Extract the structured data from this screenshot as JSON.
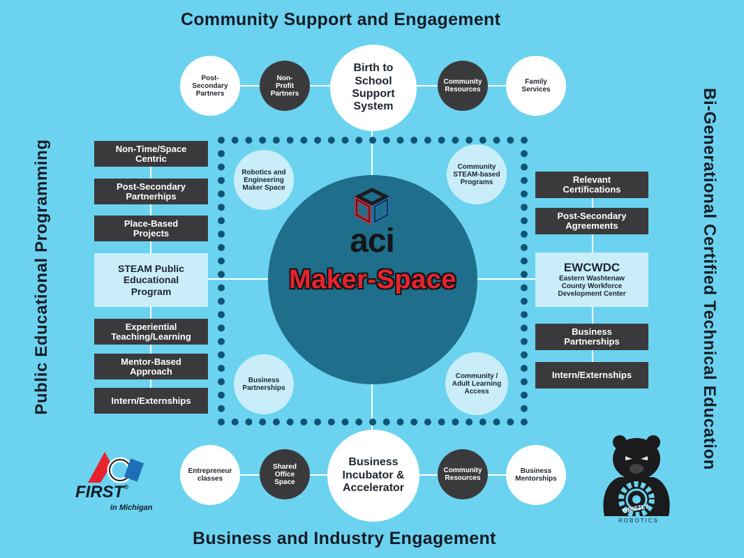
{
  "titles": {
    "top": "Community Support and Engagement",
    "bottom": "Business and Industry Engagement",
    "left": "Public Educational Programming",
    "right": "Bi-Generational Certified Technical Education"
  },
  "center": {
    "logo_text": "aci",
    "name": "Maker-Space"
  },
  "top_row": {
    "post_secondary_partners": "Post-\nSecondary\nPartners",
    "non_profit_partners": "Non-\nProfit\nPartners",
    "birth_to_school": "Birth to\nSchool\nSupport\nSystem",
    "community_resources": "Community\nResources",
    "family_services": "Family\nServices"
  },
  "bottom_row": {
    "entrepreneur_classes": "Entrepreneur\nclasses",
    "shared_office_space": "Shared\nOffice\nSpace",
    "business_incubator": "Business\nIncubator &\nAccelerator",
    "community_resources": "Community\nResources",
    "business_mentorships": "Business\nMentorships"
  },
  "inner_circles": {
    "robotics": "Robotics and\nEngineering\nMaker Space",
    "community_steam": "Community\nSTEAM-based\nPrograms",
    "business_partnerships": "Business\nPartnerships",
    "community_adult": "Community /\nAdult Learning\nAccess"
  },
  "left_column": {
    "item1": "Non-Time/Space\nCentric",
    "item2": "Post-Secondary\nPartnerhips",
    "item3": "Place-Based\nProjects",
    "main": "STEAM Public\nEducational\nProgram",
    "item4": "Experiential\nTeaching/Learning",
    "item5": "Mentor-Based\nApproach",
    "item6": "Intern/Externships"
  },
  "right_column": {
    "item1": "Relevant\nCertifications",
    "item2": "Post-Secondary\nAgreements",
    "main_title": "EWCWDC",
    "main_sub": "Eastern Washtenaw\nCounty Workforce\nDevelopment Center",
    "item3": "Business\nPartnerships",
    "item4": "Intern/Externships"
  },
  "logos": {
    "first_name": "FIRST",
    "first_reg": "®",
    "first_sub": "in Michigan",
    "grizzly_name": "GRIZZLY",
    "grizzly_sub": "ROBOTICS"
  },
  "colors": {
    "background": "#6bd3f0",
    "center_circle": "#1f6e8c",
    "dark_box": "#3a3a3c",
    "light_box": "#c9eef9",
    "dots": "#0f5473",
    "maker_space_red": "#e8232d"
  }
}
